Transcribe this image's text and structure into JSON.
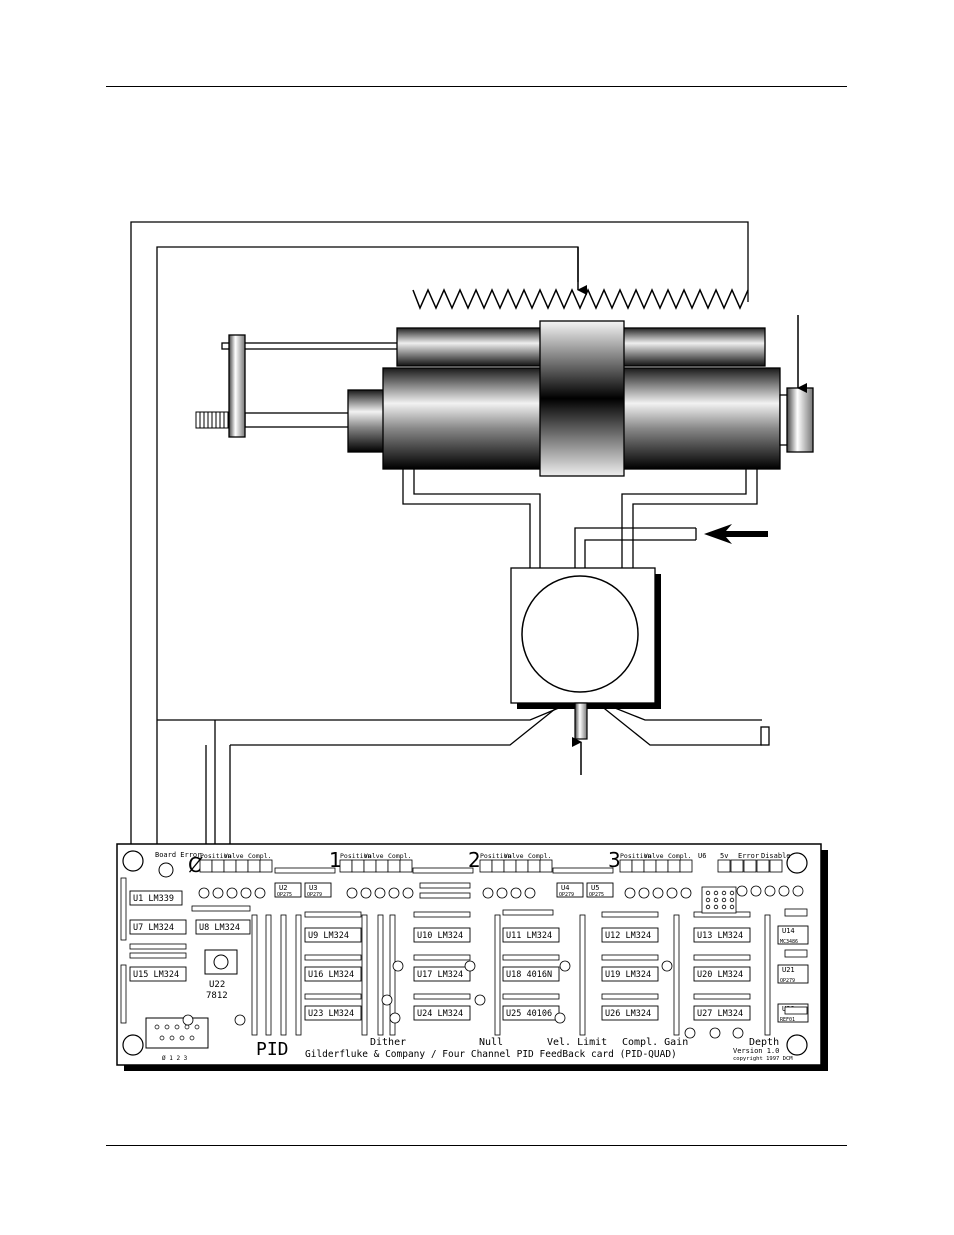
{
  "board": {
    "title": "PID",
    "caption": "Gilderfluke & Company / Four Channel PID FeedBack card (PID-QUAD)",
    "version": "Version 1.0",
    "copyright": "copyright 1997 DCM",
    "board_error": "Board Error",
    "channels": [
      "Ø",
      "1",
      "2",
      "3"
    ],
    "terminal_labels": [
      "Position",
      "Valve",
      "Compl."
    ],
    "right_terminal_labels": [
      "U6",
      "5v",
      "Error",
      "Disable"
    ],
    "pot_labels": [
      "Dither",
      "Null",
      "Vel. Limit",
      "Compl. Gain",
      "Depth"
    ],
    "chips": [
      {
        "id": "U1",
        "part": "LM339"
      },
      {
        "id": "U7",
        "part": "LM324"
      },
      {
        "id": "U8",
        "part": "LM324"
      },
      {
        "id": "U15",
        "part": "LM324"
      },
      {
        "id": "U22",
        "part": "7812"
      },
      {
        "id": "U2",
        "part": "OP275"
      },
      {
        "id": "U3",
        "part": "OP279"
      },
      {
        "id": "U4",
        "part": "OP279"
      },
      {
        "id": "U5",
        "part": "OP275"
      },
      {
        "id": "U9",
        "part": "LM324"
      },
      {
        "id": "U16",
        "part": "LM324"
      },
      {
        "id": "U23",
        "part": "LM324"
      },
      {
        "id": "U10",
        "part": "LM324"
      },
      {
        "id": "U17",
        "part": "LM324"
      },
      {
        "id": "U24",
        "part": "LM324"
      },
      {
        "id": "U11",
        "part": "LM324"
      },
      {
        "id": "U18",
        "part": "4016N"
      },
      {
        "id": "U25",
        "part": "40106"
      },
      {
        "id": "U12",
        "part": "LM324"
      },
      {
        "id": "U19",
        "part": "LM324"
      },
      {
        "id": "U26",
        "part": "LM324"
      },
      {
        "id": "U13",
        "part": "LM324"
      },
      {
        "id": "U20",
        "part": "LM324"
      },
      {
        "id": "U27",
        "part": "LM324"
      },
      {
        "id": "U14",
        "part": "MC3486"
      },
      {
        "id": "U21",
        "part": "OP279"
      },
      {
        "id": "U28",
        "part": "REF01"
      }
    ],
    "connector_numbers": "Ø 1 2 3"
  }
}
